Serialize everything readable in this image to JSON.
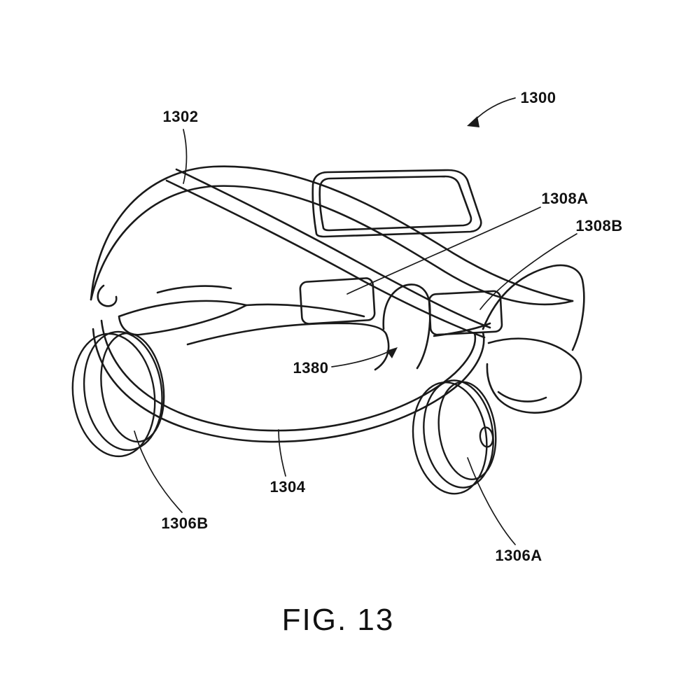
{
  "figure": {
    "caption": "FIG. 13",
    "labels": {
      "l1300": "1300",
      "l1302": "1302",
      "l1304": "1304",
      "l1306A": "1306A",
      "l1306B": "1306B",
      "l1308A": "1308A",
      "l1308B": "1308B",
      "l1380": "1380"
    },
    "colors": {
      "ink": "#1a1a1a",
      "background": "#ffffff"
    }
  }
}
